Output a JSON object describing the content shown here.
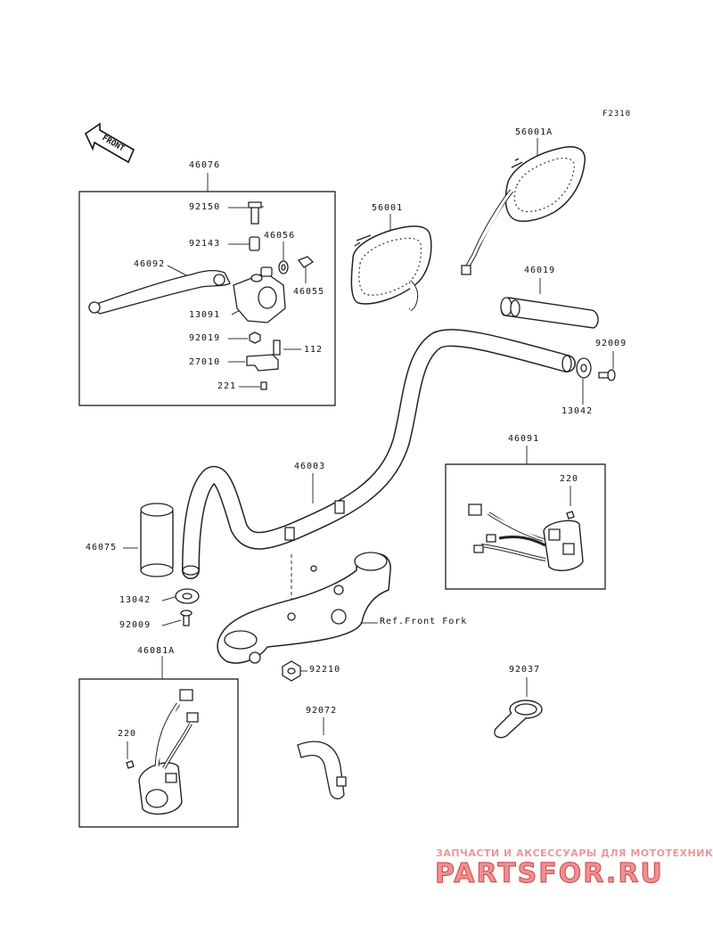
{
  "diagram": {
    "code": "F2310",
    "front_label": "FRONT",
    "ref_note": "Ref.Front Fork",
    "callouts": {
      "p46076": "46076",
      "p92150": "92150",
      "p92143": "92143",
      "p46056": "46056",
      "p46055": "46055",
      "p46092": "46092",
      "p13091": "13091",
      "p92019": "92019",
      "p112": "112",
      "p27010": "27010",
      "p221": "221",
      "p56001": "56001",
      "p56001A": "56001A",
      "p46019": "46019",
      "p92009_r": "92009",
      "p13042_r": "13042",
      "p46091": "46091",
      "p220_r": "220",
      "p46003": "46003",
      "p46075": "46075",
      "p13042_l": "13042",
      "p92009_l": "92009",
      "p46081A": "46081A",
      "p220_l": "220",
      "p92210": "92210",
      "p92037": "92037",
      "p92072": "92072"
    }
  },
  "watermark": {
    "tagline": "ЗАПЧАСТИ И АКСЕССУАРЫ ДЛЯ МОТОТЕХНИКИ",
    "brand": "PARTSFOR.RU"
  }
}
